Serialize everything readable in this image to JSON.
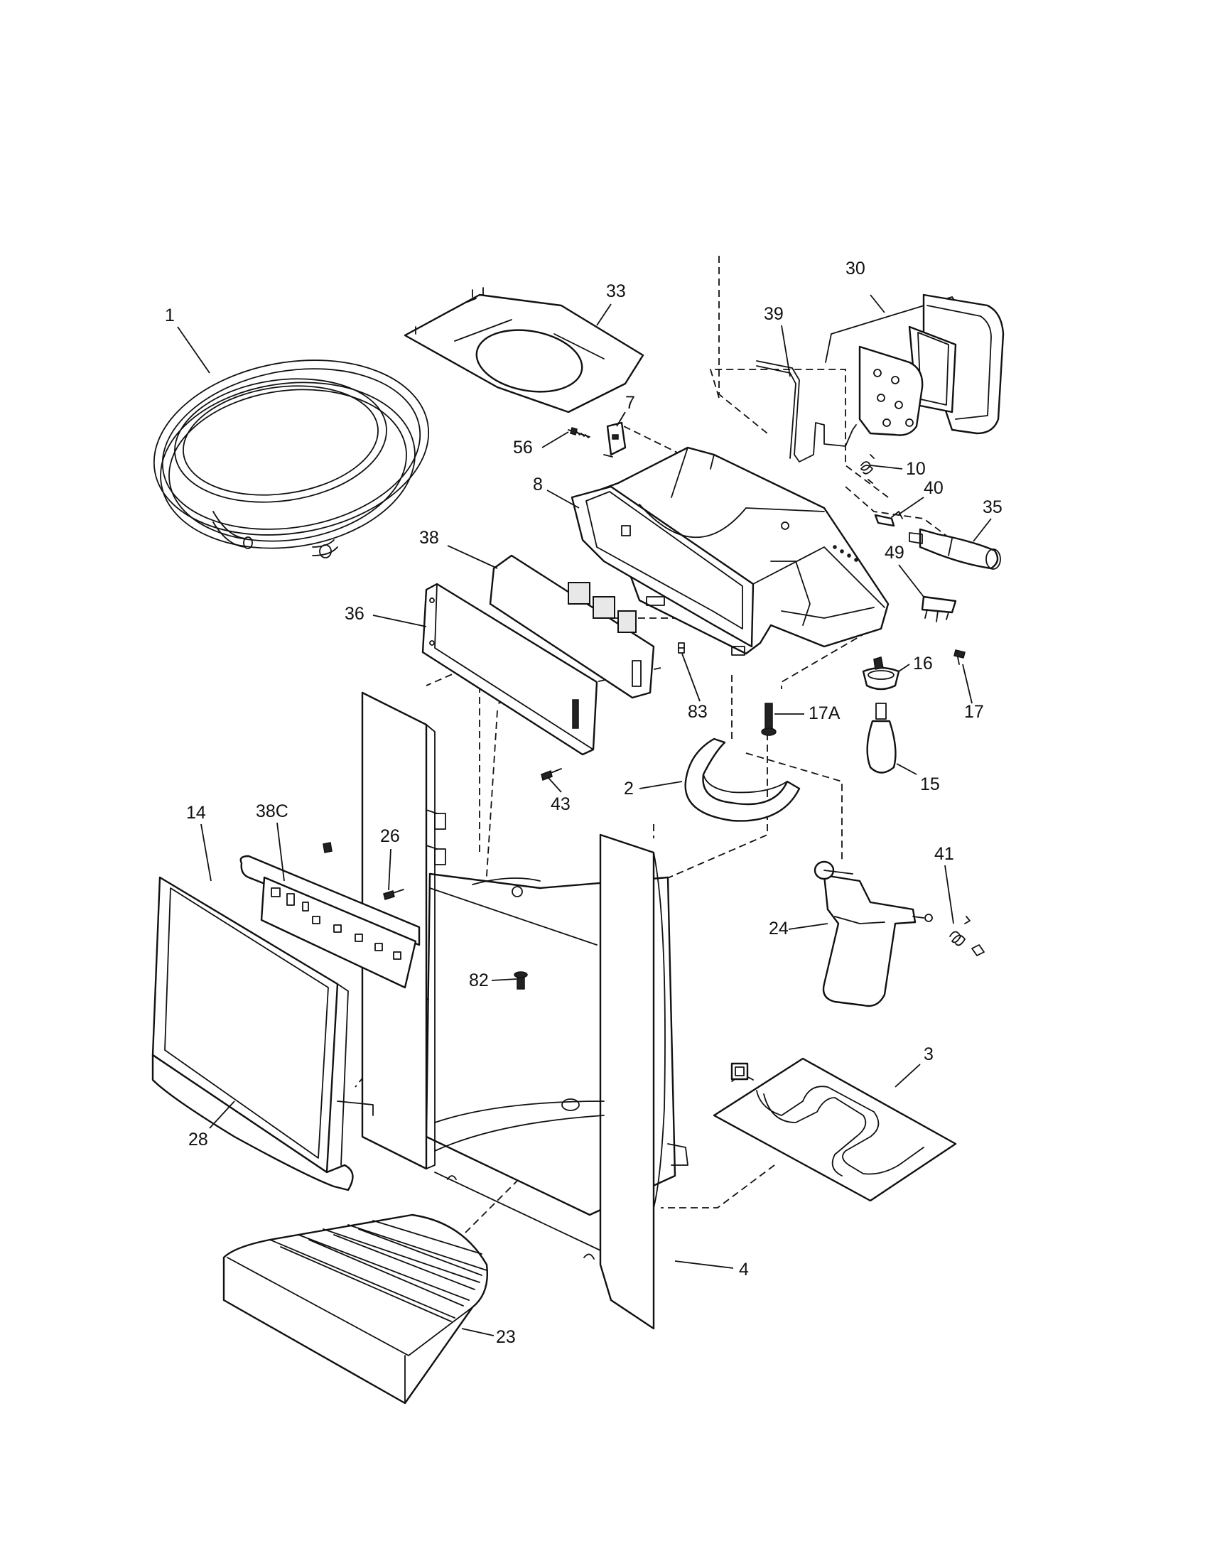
{
  "callouts": {
    "c1": "1",
    "c33": "33",
    "c30": "30",
    "c39": "39",
    "c7": "7",
    "c56": "56",
    "c10": "10",
    "c8": "8",
    "c40": "40",
    "c35": "35",
    "c38": "38",
    "c49": "49",
    "c36": "36",
    "c16": "16",
    "c17": "17",
    "c83": "83",
    "c17A": "17A",
    "c43": "43",
    "c2": "2",
    "c15": "15",
    "c14": "14",
    "c38C": "38C",
    "c26": "26",
    "c41": "41",
    "c24": "24",
    "c82": "82",
    "c3": "3",
    "c28": "28",
    "c4": "4",
    "c23": "23"
  }
}
